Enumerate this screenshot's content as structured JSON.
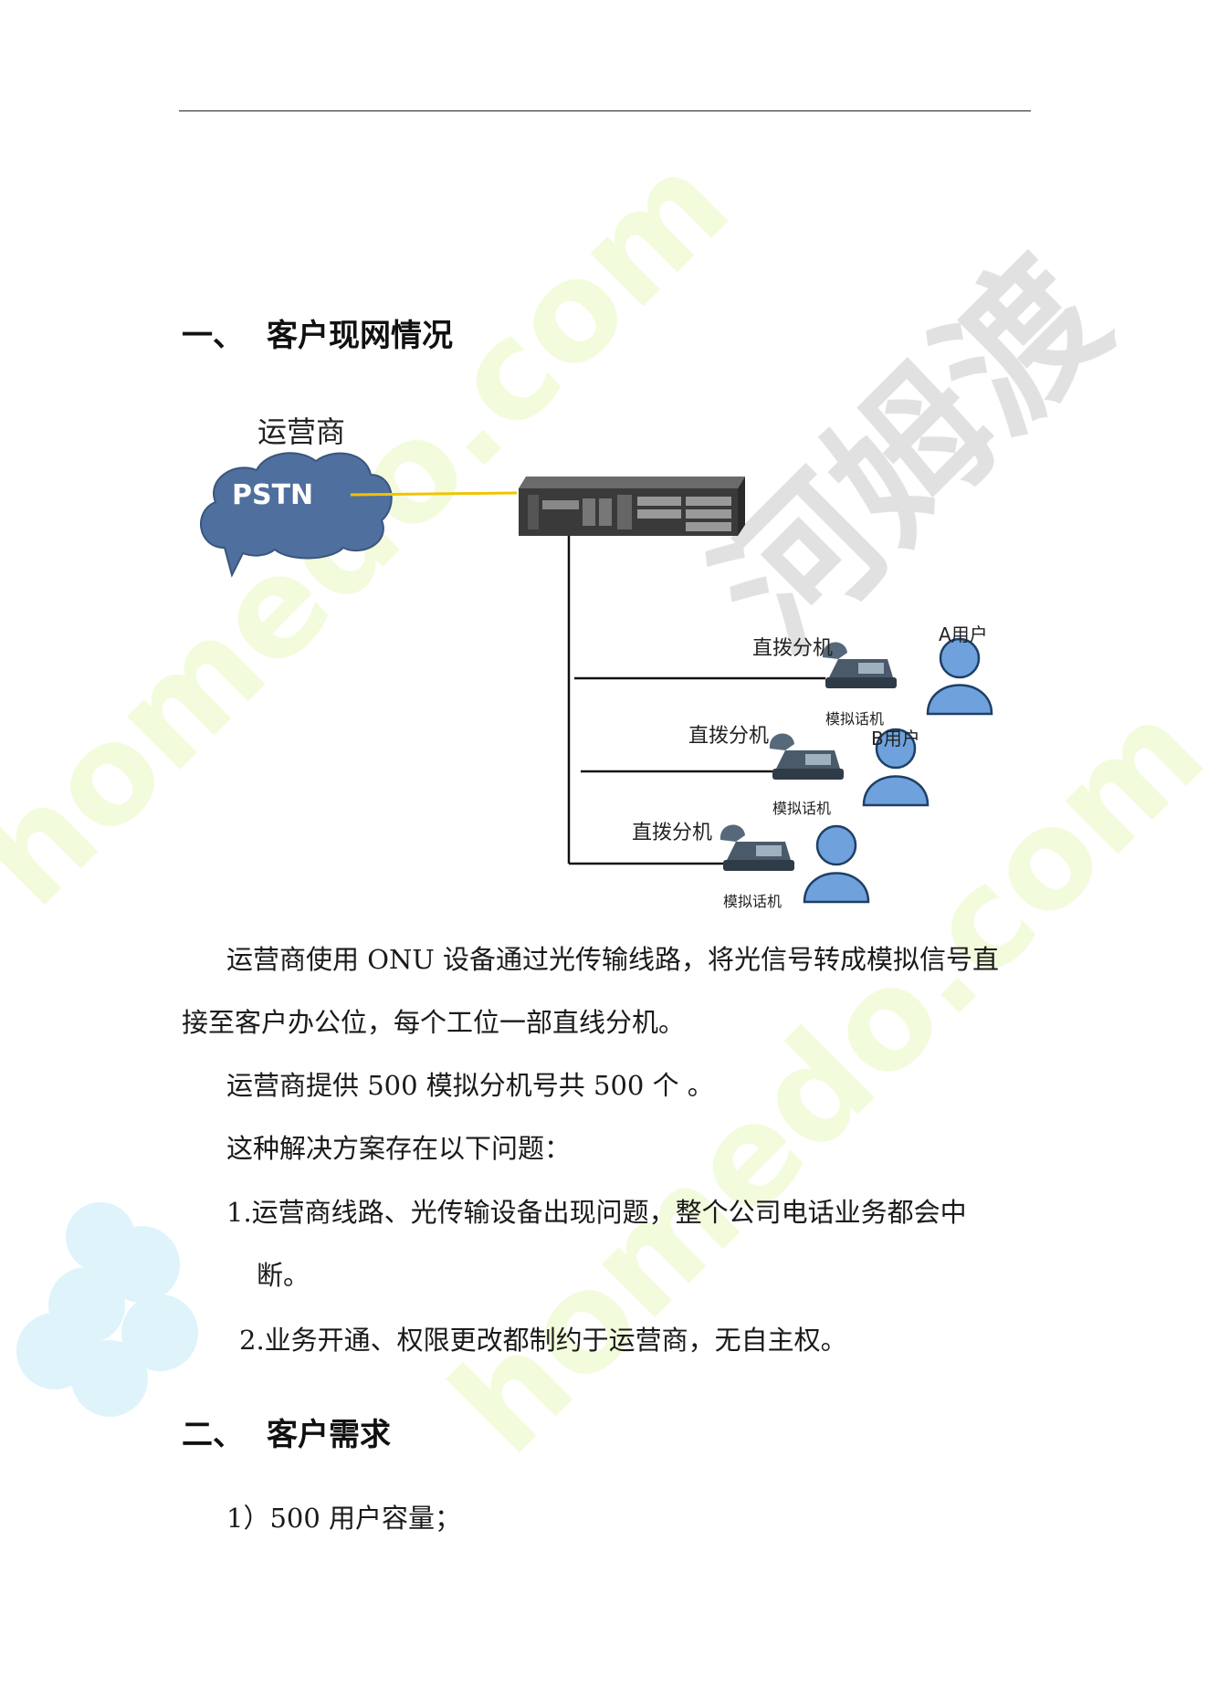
{
  "section1": {
    "number": "一、",
    "title": "客户现网情况"
  },
  "diagram": {
    "carrier_label": "运营商",
    "cloud_label": "PSTN",
    "extensions": [
      {
        "ext_label": "直拨分机",
        "phone_label": "模拟话机",
        "user_label": "A用户"
      },
      {
        "ext_label": "直拨分机",
        "phone_label": "模拟话机",
        "user_label": "B用户"
      },
      {
        "ext_label": "直拨分机",
        "phone_label": "模拟话机",
        "user_label": ""
      }
    ],
    "colors": {
      "cloud": "#4f6f9e",
      "user": "#6fa2dc",
      "link": "#f0c400"
    }
  },
  "body": {
    "p1_line1": "运营商使用 ONU 设备通过光传输线路，将光信号转成模拟信号直",
    "p1_line2": "接至客户办公位，每个工位一部直线分机。",
    "p2": "运营商提供 500 模拟分机号共 500 个  。",
    "p3": "这种解决方案存在以下问题：",
    "item1_line1": "1.运营商线路、光传输设备出现问题，整个公司电话业务都会中",
    "item1_line2": "断。",
    "item2": "2.业务开通、权限更改都制约于运营商，无自主权。"
  },
  "section2": {
    "number": "二、",
    "title": "客户需求"
  },
  "req1": "1）500 用户容量；",
  "watermark": {
    "text": "homedo.com",
    "brand": "河姆渡"
  }
}
